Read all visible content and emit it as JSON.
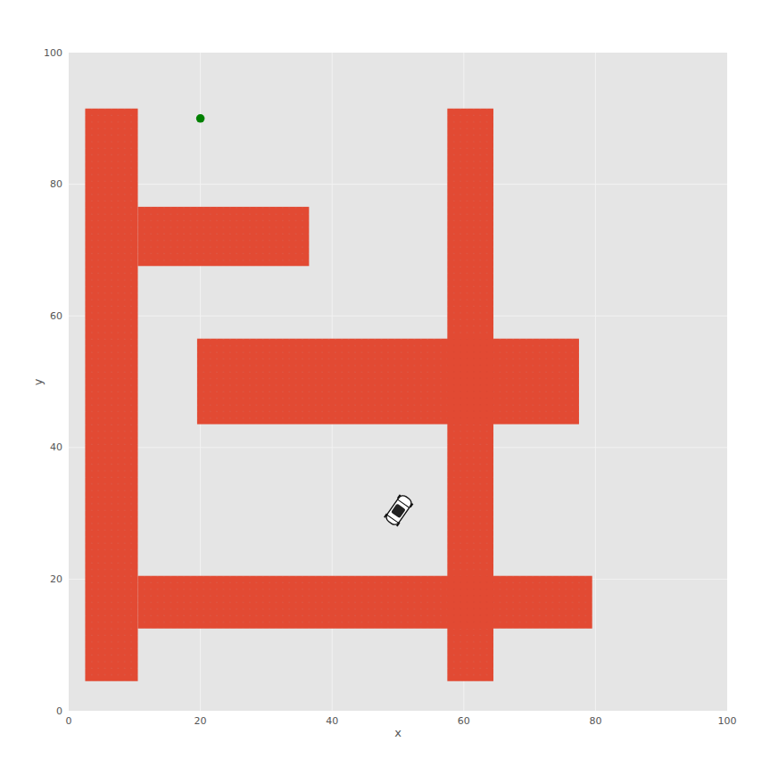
{
  "diagram": {
    "labels": [
      "100",
      "80",
      "60",
      "40",
      "20",
      "0",
      "0",
      "20",
      "40",
      "60",
      "80",
      "100",
      "x",
      "y"
    ]
  }
}
